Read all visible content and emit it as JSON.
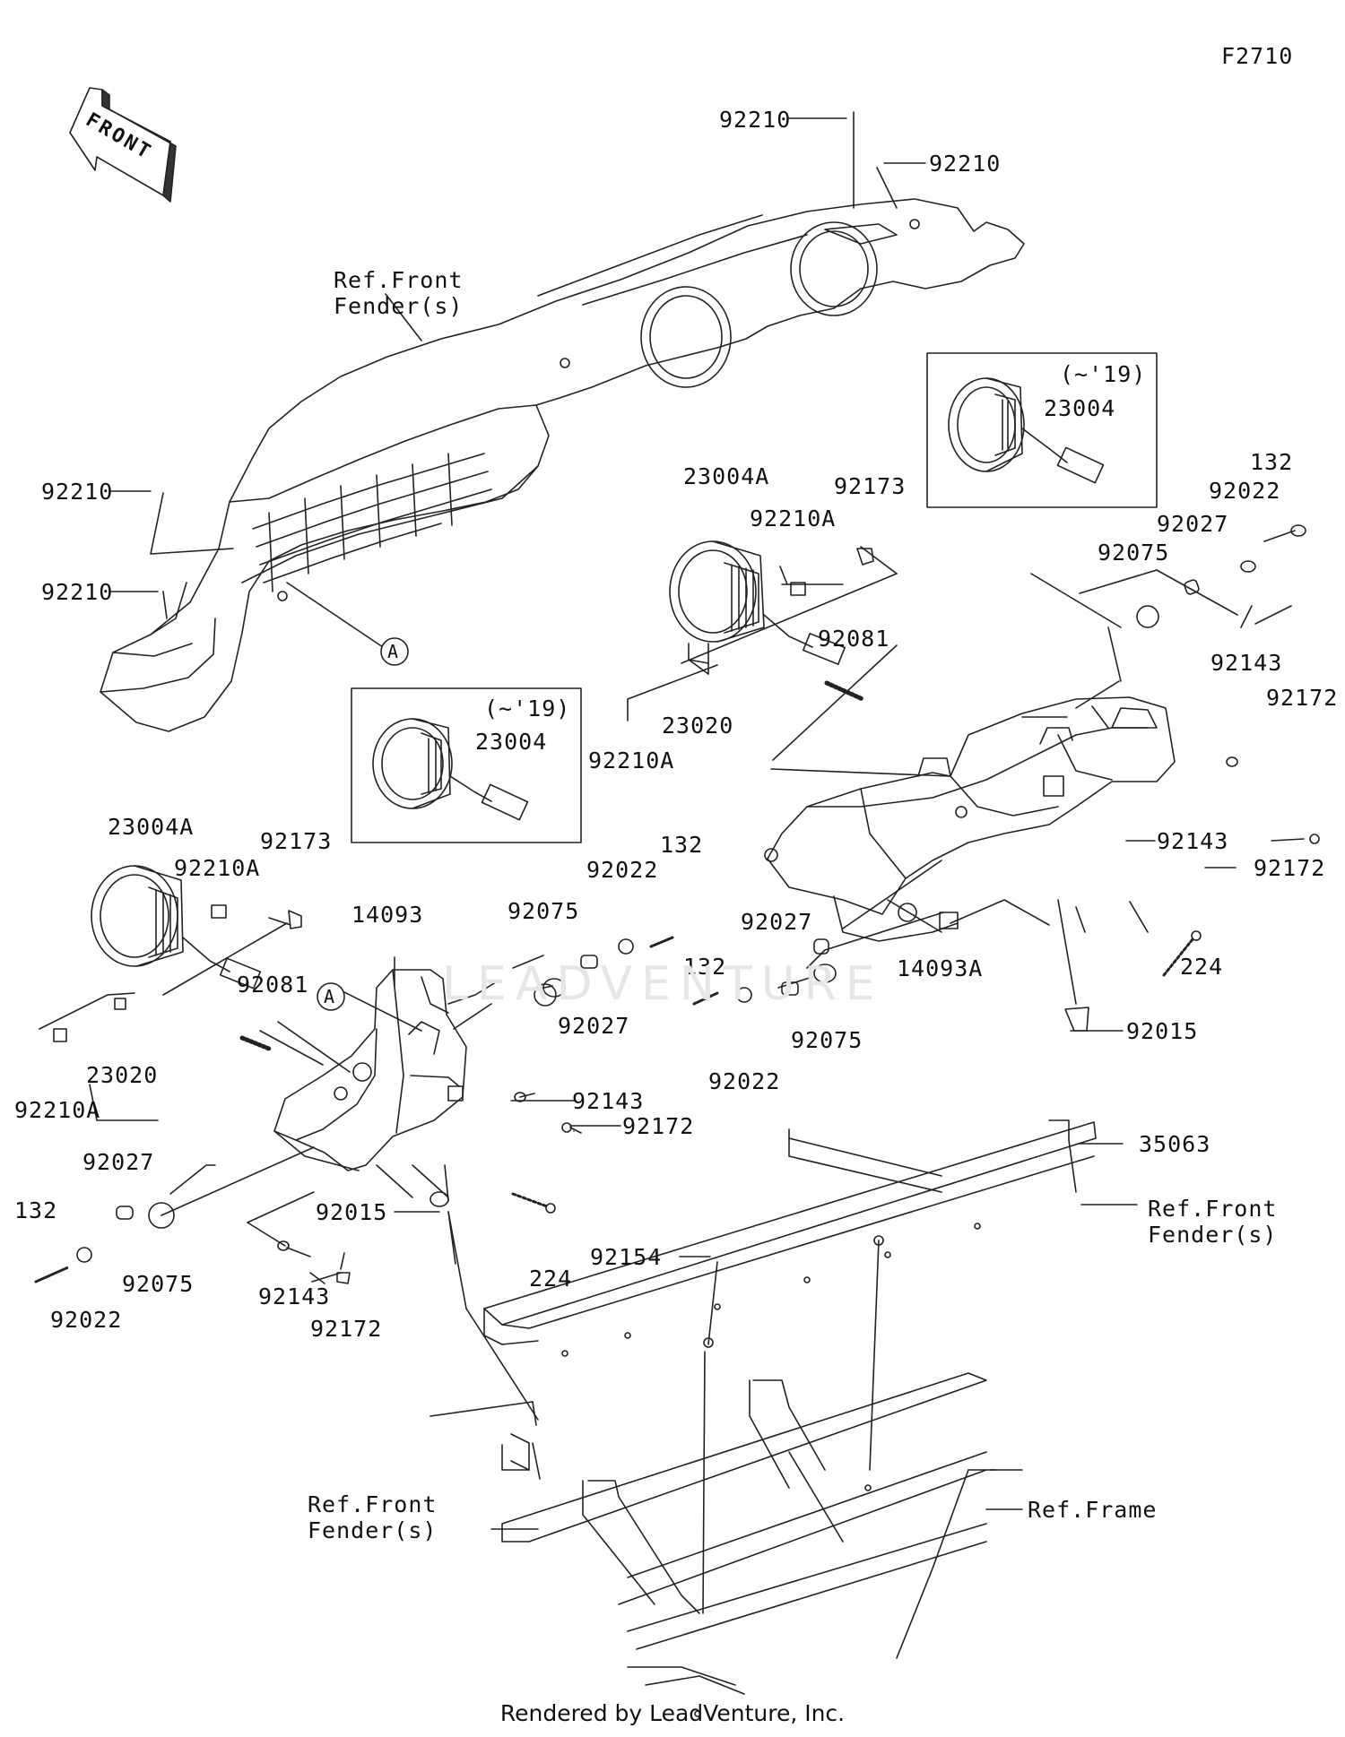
{
  "figure_code": "F2710",
  "front_label": "FRONT",
  "callout_a": "A",
  "footer": "Rendered by LeadVenture, Inc.",
  "watermark": "LEADVENTURE",
  "inset_note": "(~'19)",
  "ref_labels": {
    "front_fender_top": "Ref.Front\nFender(s)",
    "front_fender_right": "Ref.Front\nFender(s)",
    "front_fender_bottom": "Ref.Front\nFender(s)",
    "frame": "Ref.Frame"
  },
  "parts": {
    "p92210": "92210",
    "p92210A": "92210A",
    "p23004": "23004",
    "p23004A": "23004A",
    "p23020": "23020",
    "p92173": "92173",
    "p92081": "92081",
    "p14093": "14093",
    "p14093A": "14093A",
    "p92075": "92075",
    "p92027": "92027",
    "p92022": "92022",
    "p132": "132",
    "p92143": "92143",
    "p92172": "92172",
    "p224": "224",
    "p92015": "92015",
    "p35063": "35063",
    "p92154": "92154"
  }
}
